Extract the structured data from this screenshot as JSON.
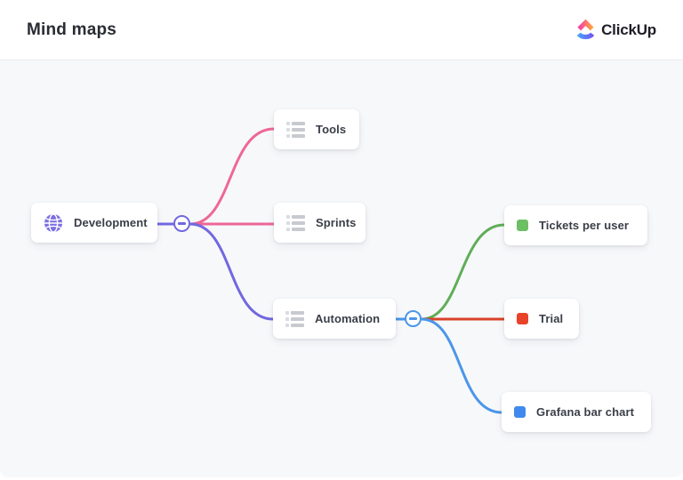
{
  "header": {
    "title": "Mind maps",
    "brand": "ClickUp"
  },
  "mindmap": {
    "root": {
      "label": "Development",
      "icon": "globe"
    },
    "level1": [
      {
        "label": "Tools",
        "icon": "list"
      },
      {
        "label": "Sprints",
        "icon": "list"
      },
      {
        "label": "Automation",
        "icon": "list"
      }
    ],
    "level2": [
      {
        "label": "Tickets per user",
        "icon": "square",
        "color": "#6cbf63"
      },
      {
        "label": "Trial",
        "icon": "square",
        "color": "#e8432a"
      },
      {
        "label": "Grafana bar chart",
        "icon": "square",
        "color": "#4189ef"
      }
    ],
    "toggles": [
      {
        "node": "Development",
        "state": "expanded"
      },
      {
        "node": "Automation",
        "state": "expanded"
      }
    ]
  },
  "colors": {
    "edge_pink": "#ee6796",
    "edge_purple": "#7168e0",
    "edge_blue": "#4b96e8",
    "edge_green": "#5fae57",
    "edge_red": "#d94229",
    "globe_purple": "#7b6fe2",
    "canvas_bg": "#f7f8fa"
  }
}
